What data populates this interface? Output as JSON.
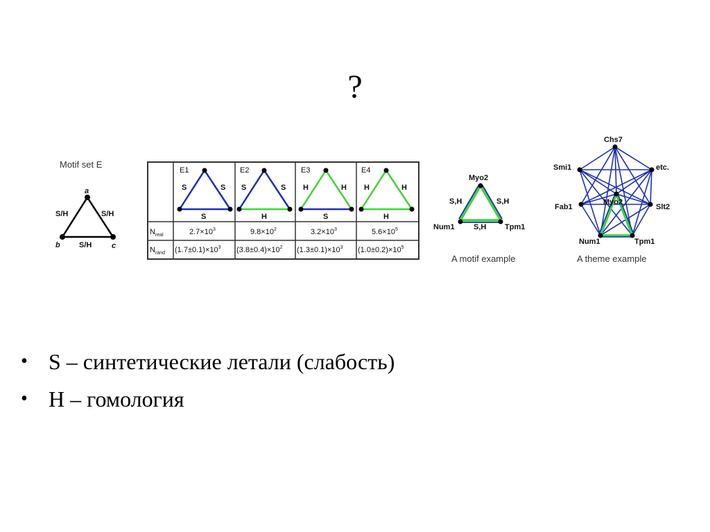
{
  "slide": {
    "title": "?",
    "bullets": [
      "S – синтетические летали (слабость)",
      "H – гомология"
    ]
  },
  "figure": {
    "motif_set": {
      "title": "Motif set E",
      "nodes": [
        "a",
        "b",
        "c"
      ],
      "edge_labels": [
        "S/H",
        "S/H",
        "S/H"
      ]
    },
    "table": {
      "motifs": [
        {
          "name": "E1",
          "left": "S",
          "right": "S",
          "bottom": "S",
          "n_real": "2.7×10",
          "n_real_exp": "3",
          "n_rand": "(1.7±0.1)×10",
          "n_rand_exp": "3"
        },
        {
          "name": "E2",
          "left": "S",
          "right": "S",
          "bottom": "H",
          "n_real": "9.8×10",
          "n_real_exp": "2",
          "n_rand": "(3.8±0.4)×10",
          "n_rand_exp": "2"
        },
        {
          "name": "E3",
          "left": "H",
          "right": "H",
          "bottom": "S",
          "n_real": "3.2×10",
          "n_real_exp": "3",
          "n_rand": "(1.3±0.1)×10",
          "n_rand_exp": "3"
        },
        {
          "name": "E4",
          "left": "H",
          "right": "H",
          "bottom": "H",
          "n_real": "5.6×10",
          "n_real_exp": "5",
          "n_rand": "(1.0±0.2)×10",
          "n_rand_exp": "5"
        }
      ],
      "row_real": {
        "main": "N",
        "sub": "real"
      },
      "row_rand": {
        "main": "N",
        "sub": "rand"
      }
    },
    "motif_example": {
      "caption": "A motif example",
      "nodes": {
        "top": "Myo2",
        "left": "Num1",
        "right": "Tpm1"
      },
      "edge_labels": {
        "left": "S,H",
        "right": "S,H",
        "bottom": "S,H"
      }
    },
    "theme_example": {
      "caption": "A theme example",
      "nodes": [
        "Chs7",
        "Smi1",
        "etc.",
        "Fab1",
        "Myo2",
        "Slt2",
        "Num1",
        "Tpm1"
      ]
    },
    "colors": {
      "synthetic_lethal": "#1c2fb8",
      "homology": "#3fd43a",
      "table_border": "#333333"
    }
  }
}
